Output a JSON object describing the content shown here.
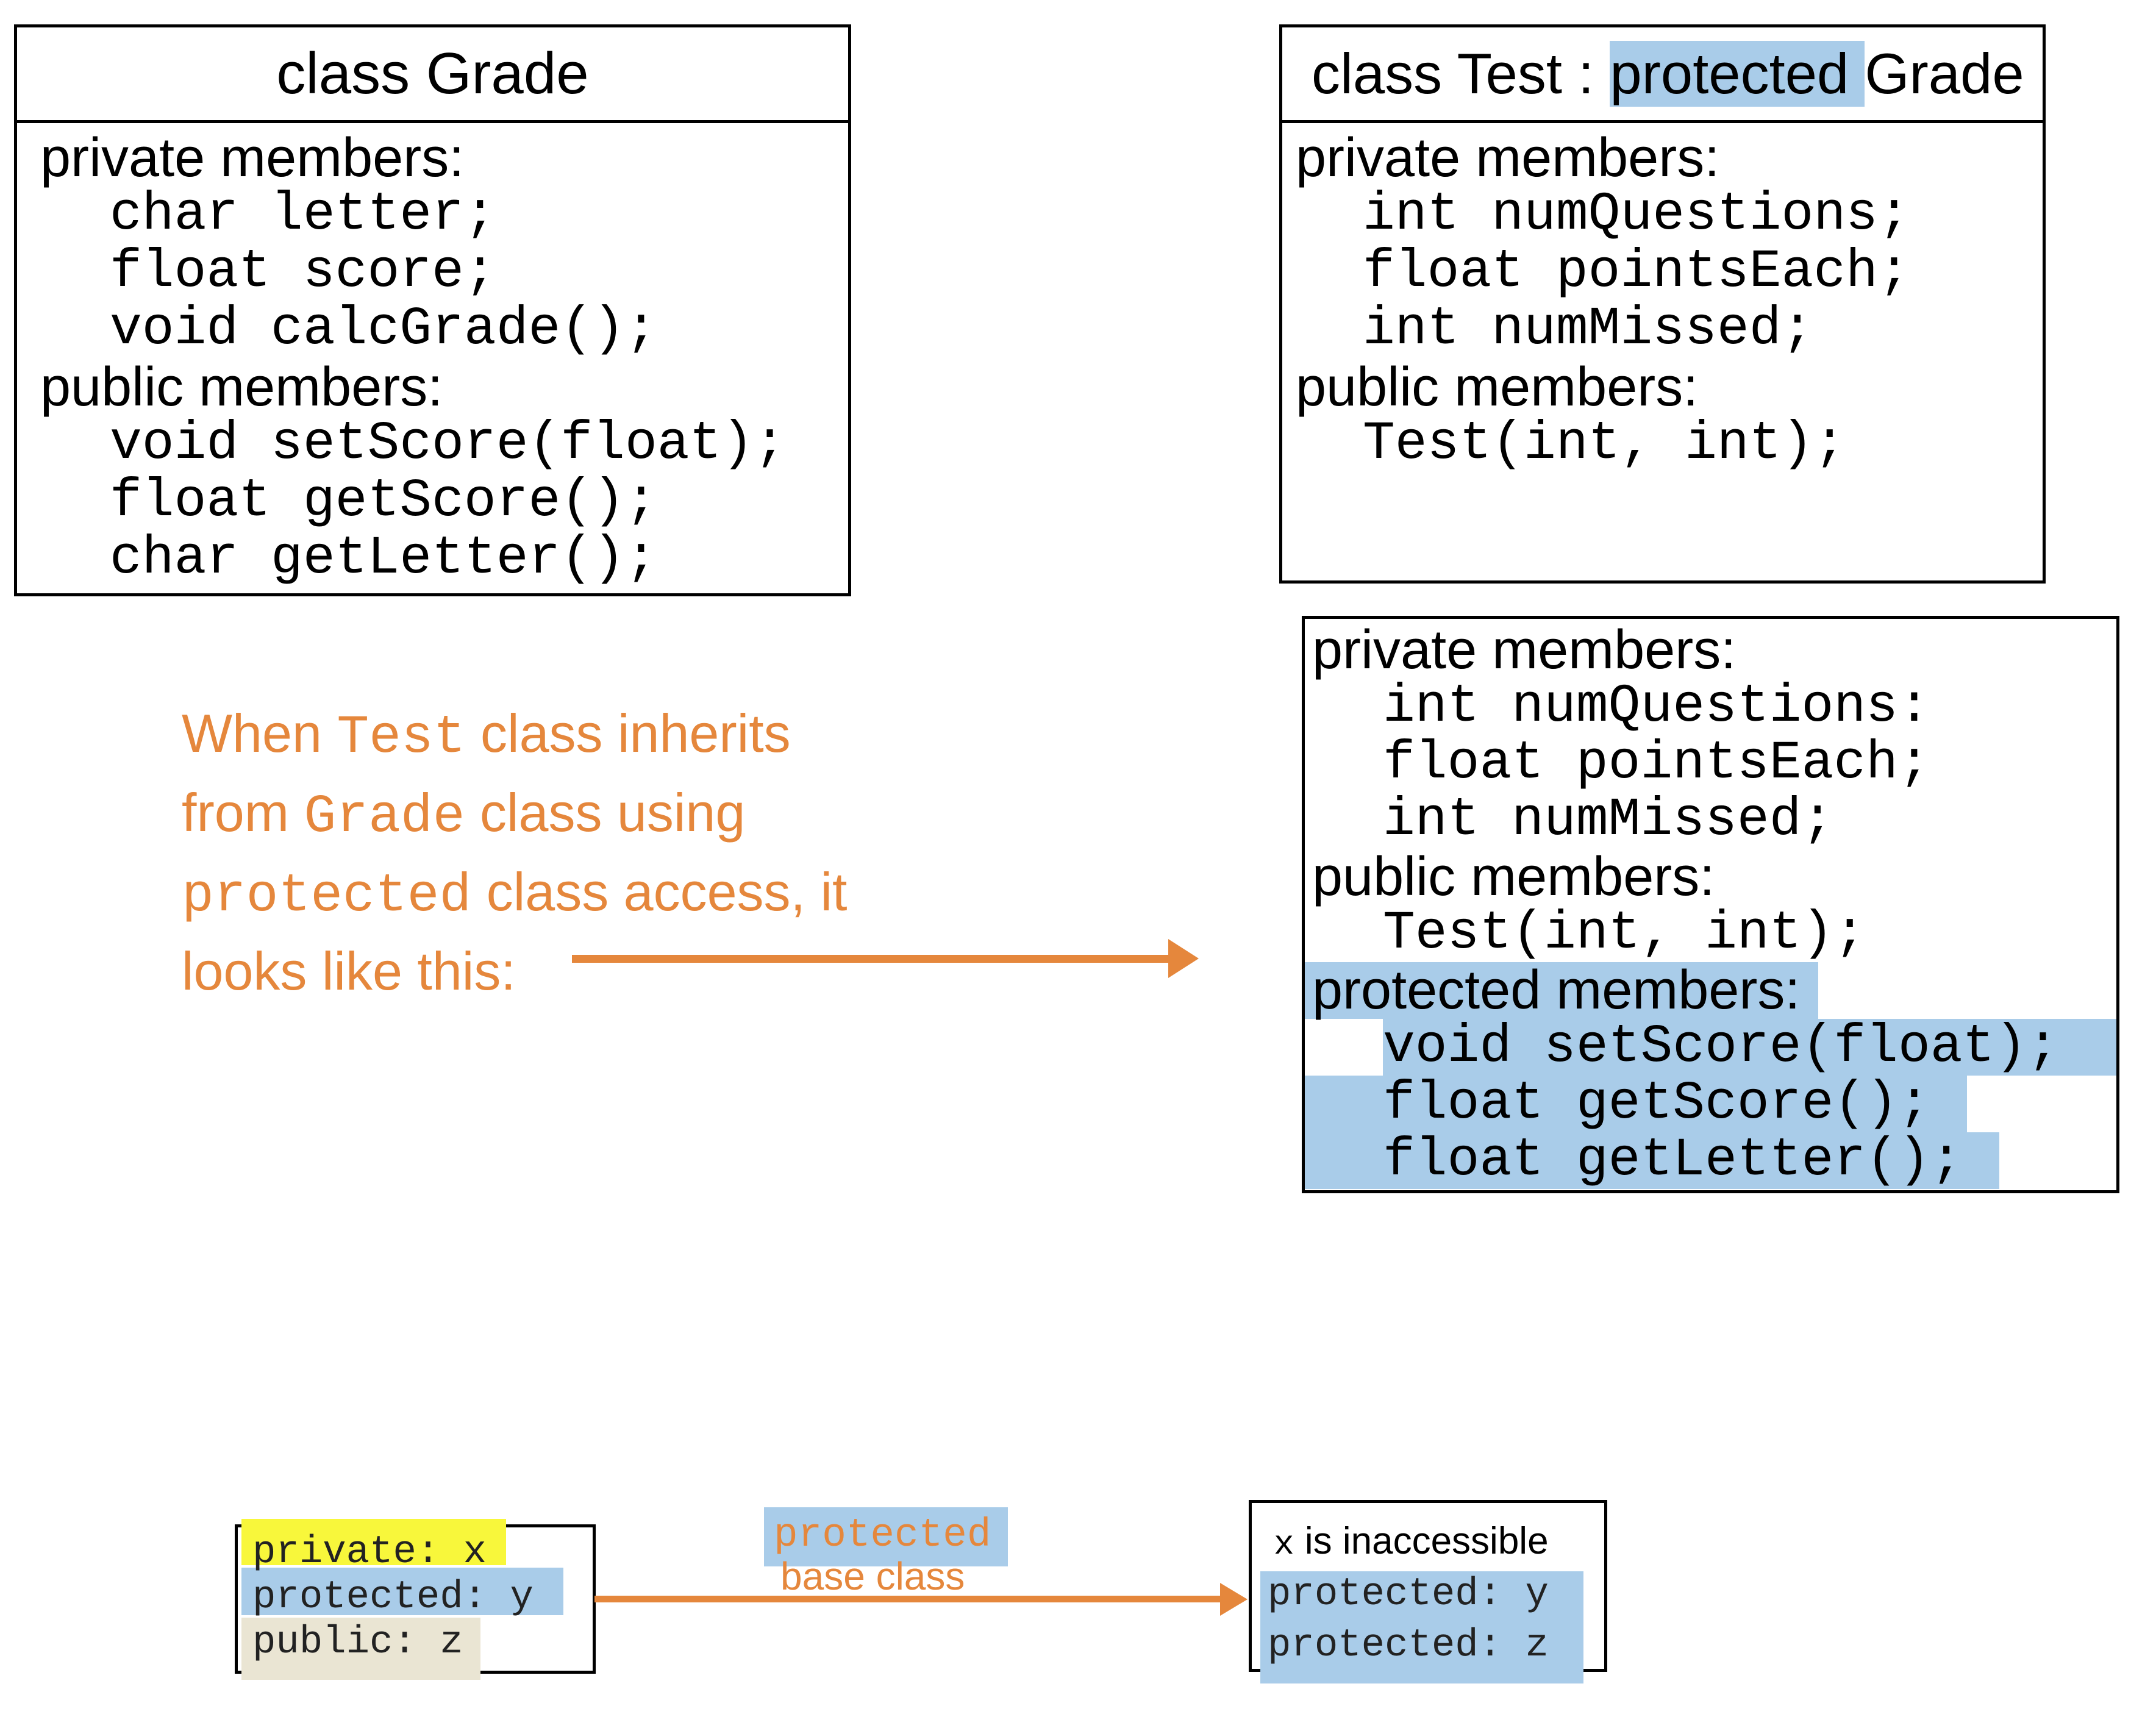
{
  "colors": {
    "orange": "#e5873c",
    "highlight_blue": "#a9cce9",
    "highlight_yellow": "#f8f73b",
    "highlight_tan": "#eae5d3"
  },
  "grade_box": {
    "title": "class Grade",
    "lines": [
      "private members:",
      "char letter;",
      "float score;",
      "void calcGrade();",
      "public members:",
      "void setScore(float);",
      "float getScore();",
      "char getLetter();"
    ]
  },
  "test_box": {
    "title_pre": "class Test : ",
    "title_highlight": "protected ",
    "title_post": "Grade",
    "lines": [
      "private members:",
      "int numQuestions;",
      "float pointsEach;",
      "int numMissed;",
      "public members:",
      "Test(int, int);"
    ]
  },
  "result_box": {
    "lines": [
      "private members:",
      "int numQuestions:",
      "float pointsEach;",
      "int numMissed;",
      "public members:",
      "Test(int, int);",
      "protected members:",
      "void setScore(float);",
      "float getScore();",
      "float getLetter();"
    ]
  },
  "annotation": {
    "l1a": "When ",
    "l1b": "Test",
    "l1c": " class inherits",
    "l2a": "from ",
    "l2b": "Grade",
    "l2c": " class using",
    "l3a": "protected",
    "l3b": " class access, it",
    "l4": "looks like this:"
  },
  "arrow_label": {
    "keyword": "protected",
    "caption": "base class"
  },
  "access_box": {
    "lines": [
      "private: x",
      "protected: y",
      "public: z"
    ]
  },
  "result_access_box": {
    "x": "x",
    "x_note": " is inaccessible",
    "lines": [
      "protected: y",
      "protected: z"
    ]
  }
}
